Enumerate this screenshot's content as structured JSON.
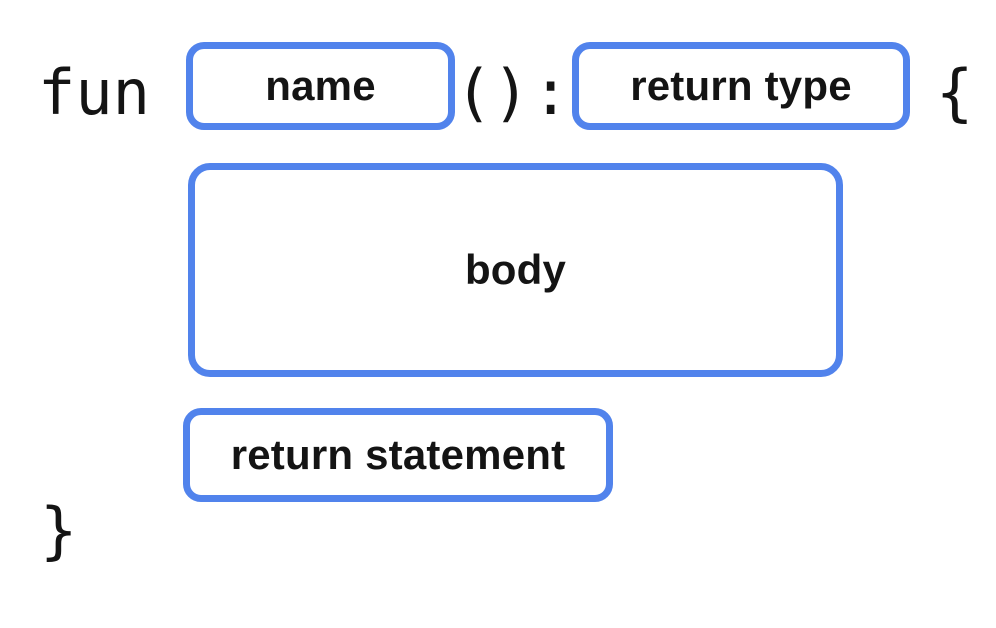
{
  "colors": {
    "accent": "#5183ec",
    "text": "#141414",
    "bg": "#ffffff"
  },
  "diagram": {
    "keyword": "fun",
    "parentheses": "()",
    "colon": ":",
    "open_brace": "{",
    "close_brace": "}",
    "slots": {
      "name": "name",
      "return_type": "return type",
      "body": "body",
      "return_statement": "return statement"
    }
  }
}
